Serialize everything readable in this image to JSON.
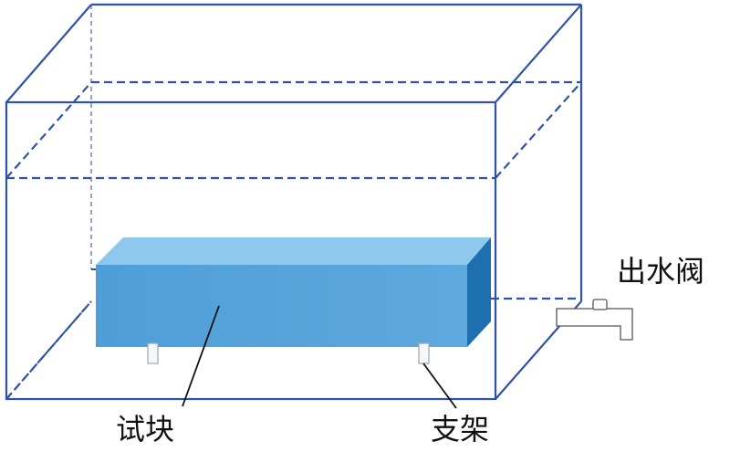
{
  "labels": {
    "test_block": "试块",
    "support": "支架",
    "outlet_valve": "出水阀"
  },
  "colors": {
    "tank_edge": "#2f52a8",
    "water_line": "#2f52a8",
    "block_front": "#5aa6da",
    "block_top": "#8ec8ec",
    "block_side": "#1e6fae",
    "leader": "#111111",
    "valve_stroke": "#555555"
  }
}
